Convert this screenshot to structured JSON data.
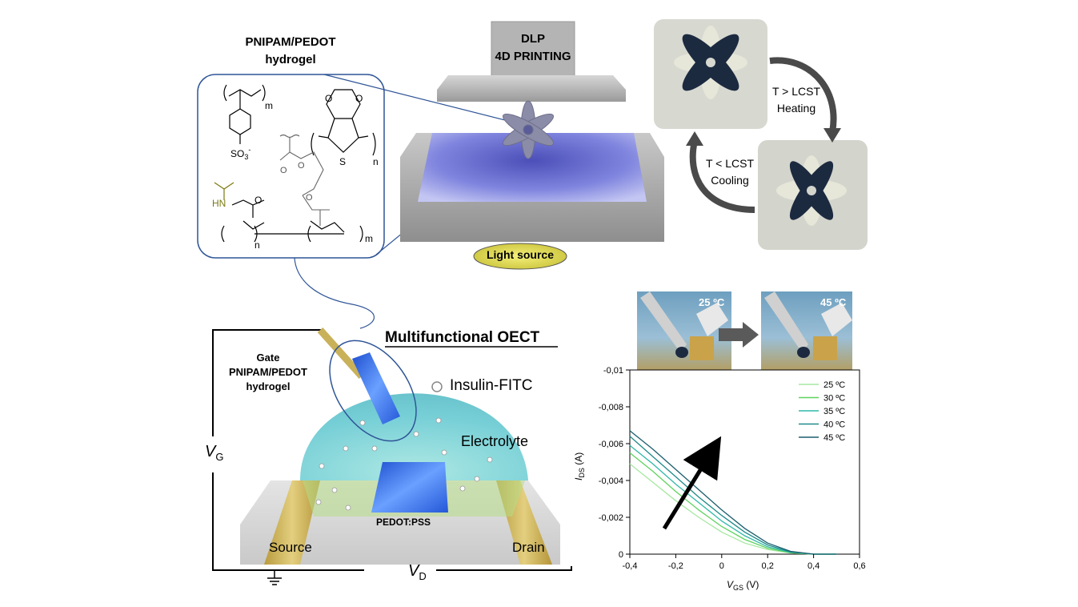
{
  "hydrogel_title_line1": "PNIPAM/PEDOT",
  "hydrogel_title_line2": "hydrogel",
  "chem": {
    "m1": "m",
    "so3": "SO",
    "so3_sub": "3",
    "so3_sup": "-",
    "n_pedot": "n",
    "o_a": "O",
    "o_b": "O",
    "s": "S",
    "hn": "HN",
    "o_amide": "O",
    "o_ester": "O",
    "o_peg1": "O",
    "o_peg2": "O",
    "n_bottom": "n",
    "m_bottom": "m"
  },
  "printer": {
    "line1": "DLP",
    "line2": "4D PRINTING",
    "light_source": "Light source"
  },
  "cycle": {
    "heat_line1": "T > LCST",
    "heat_line2": "Heating",
    "cool_line1": "T < LCST",
    "cool_line2": "Cooling"
  },
  "oect": {
    "title": "Multifunctional OECT",
    "gate_line1": "Gate",
    "gate_line2": "PNIPAM/PEDOT",
    "gate_line3": "hydrogel",
    "insulin": "Insulin-FITC",
    "electrolyte": "Electrolyte",
    "channel": "PEDOT:PSS",
    "source": "Source",
    "drain": "Drain",
    "vg": "V",
    "vg_sub": "G",
    "vd": "V",
    "vd_sub": "D"
  },
  "photos": {
    "t1": "25 ºC",
    "t2": "45 ºC"
  },
  "colors": {
    "hydrogel_dark": "#1c2a40",
    "hydrogel_light": "#e6e7d9",
    "resin": "#6a6fd4",
    "electrolyte": "#5fc7cf",
    "gold": "#c9b15a",
    "pedot": "#3a6fe0",
    "circle_line": "#2f5597",
    "amide_green": "#7a7a10"
  },
  "chart_data": {
    "type": "line",
    "xlabel": "V",
    "xlabel_sub": "GS",
    "xlabel_unit": " (V)",
    "ylabel": "I",
    "ylabel_sub": "DS",
    "ylabel_unit": " (A)",
    "xlim": [
      -0.4,
      0.6
    ],
    "ylim": [
      -0.01,
      0
    ],
    "x_ticks": [
      -0.4,
      -0.2,
      0,
      0.2,
      0.4,
      0.6
    ],
    "x_tick_labels": [
      "-0,4",
      "-0,2",
      "0",
      "0,2",
      "0,4",
      "0,6"
    ],
    "y_ticks": [
      -0.01,
      -0.008,
      -0.006,
      -0.004,
      -0.002,
      0
    ],
    "y_tick_labels": [
      "-0,01",
      "-0,008",
      "-0,006",
      "-0,004",
      "-0,002",
      "0"
    ],
    "legend_position": "top-right",
    "annotation": "arrow indicating increasing temperature",
    "series": [
      {
        "name": "25 ºC",
        "color": "#a6e8a0",
        "x": [
          -0.4,
          -0.3,
          -0.2,
          -0.1,
          0,
          0.1,
          0.2,
          0.3,
          0.4,
          0.5
        ],
        "y": [
          -0.0049,
          -0.0039,
          -0.0029,
          -0.002,
          -0.0012,
          -0.0006,
          -0.00025,
          -6e-05,
          0,
          0
        ]
      },
      {
        "name": "30 ºC",
        "color": "#5fd35f",
        "x": [
          -0.4,
          -0.3,
          -0.2,
          -0.1,
          0,
          0.1,
          0.2,
          0.3,
          0.4,
          0.5
        ],
        "y": [
          -0.0055,
          -0.0045,
          -0.0034,
          -0.0024,
          -0.0015,
          -0.0008,
          -0.00032,
          -8e-05,
          0,
          0
        ]
      },
      {
        "name": "35 ºC",
        "color": "#30b8a8",
        "x": [
          -0.4,
          -0.3,
          -0.2,
          -0.1,
          0,
          0.1,
          0.2,
          0.3,
          0.4,
          0.5
        ],
        "y": [
          -0.0059,
          -0.0049,
          -0.0038,
          -0.0028,
          -0.0018,
          -0.001,
          -0.0004,
          -0.0001,
          0,
          0
        ]
      },
      {
        "name": "40 ºC",
        "color": "#1f8a8a",
        "x": [
          -0.4,
          -0.3,
          -0.2,
          -0.1,
          0,
          0.1,
          0.2,
          0.3,
          0.4,
          0.5
        ],
        "y": [
          -0.0064,
          -0.0053,
          -0.0042,
          -0.0031,
          -0.0021,
          -0.0012,
          -0.0005,
          -0.00012,
          0,
          0
        ]
      },
      {
        "name": "45 ºC",
        "color": "#1b5e6e",
        "x": [
          -0.4,
          -0.3,
          -0.2,
          -0.1,
          0,
          0.1,
          0.2,
          0.3,
          0.4,
          0.5
        ],
        "y": [
          -0.0067,
          -0.0057,
          -0.0046,
          -0.0035,
          -0.0024,
          -0.0014,
          -0.0006,
          -0.00015,
          0,
          0
        ]
      }
    ]
  }
}
